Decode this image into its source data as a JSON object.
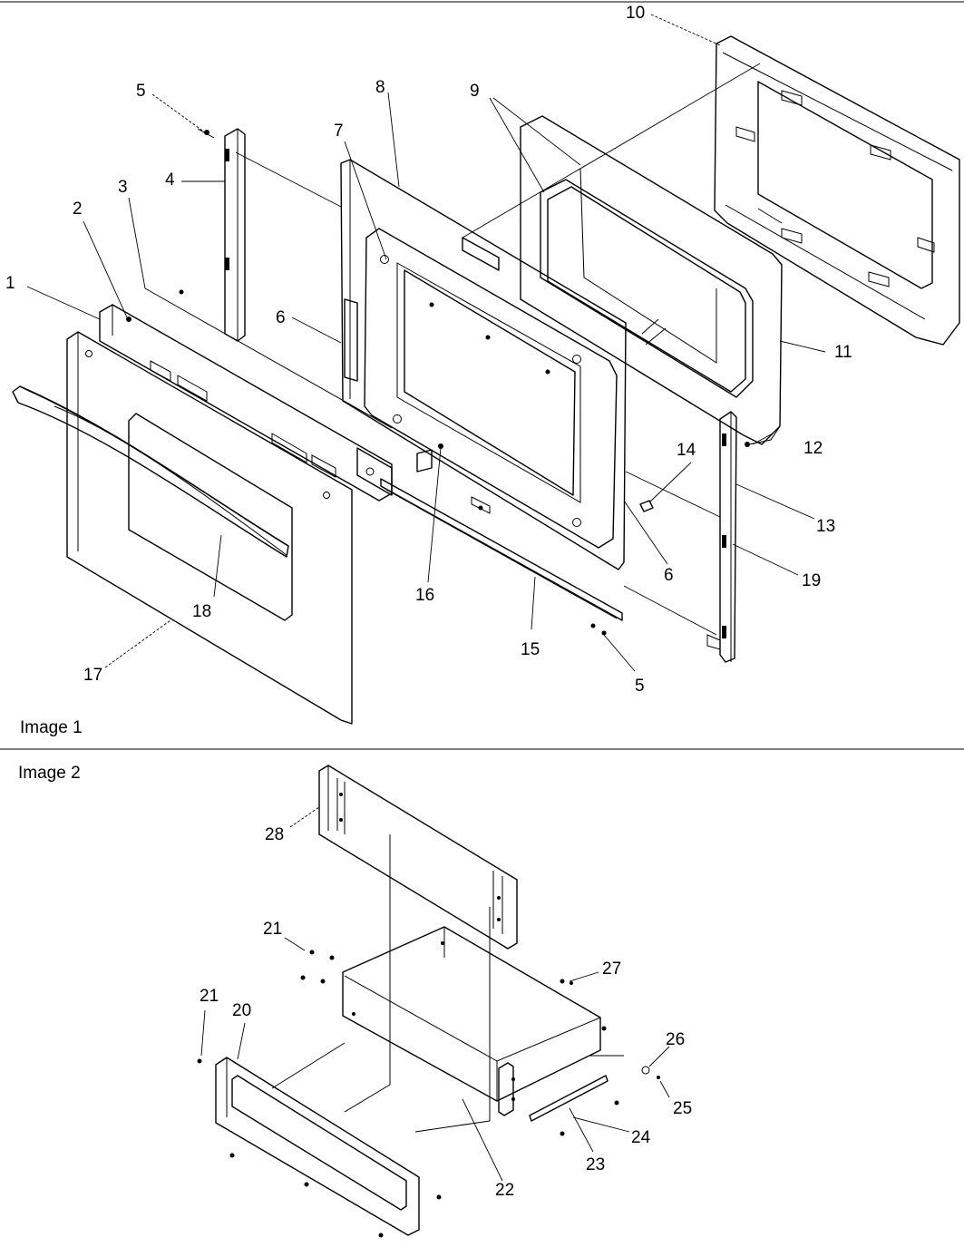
{
  "panels": [
    {
      "caption": "Image 1"
    },
    {
      "caption": "Image 2"
    }
  ],
  "callouts": [
    {
      "label": "1"
    },
    {
      "label": "2"
    },
    {
      "label": "3"
    },
    {
      "label": "4"
    },
    {
      "label": "5"
    },
    {
      "label": "5"
    },
    {
      "label": "6"
    },
    {
      "label": "6"
    },
    {
      "label": "7"
    },
    {
      "label": "8"
    },
    {
      "label": "9"
    },
    {
      "label": "10"
    },
    {
      "label": "11"
    },
    {
      "label": "12"
    },
    {
      "label": "13"
    },
    {
      "label": "14"
    },
    {
      "label": "15"
    },
    {
      "label": "16"
    },
    {
      "label": "17"
    },
    {
      "label": "18"
    },
    {
      "label": "19"
    },
    {
      "label": "20"
    },
    {
      "label": "21"
    },
    {
      "label": "21"
    },
    {
      "label": "22"
    },
    {
      "label": "23"
    },
    {
      "label": "24"
    },
    {
      "label": "25"
    },
    {
      "label": "26"
    },
    {
      "label": "27"
    },
    {
      "label": "28"
    }
  ]
}
